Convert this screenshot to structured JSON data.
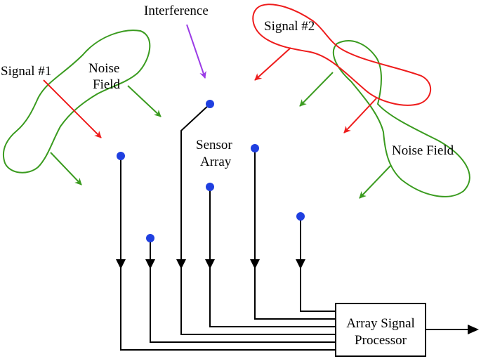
{
  "labels": {
    "interference": "Interference",
    "signal_1": "Signal #1",
    "signal_2": "Signal #2",
    "noise_field_left_line1": "Noise",
    "noise_field_left_line2": "Field",
    "noise_field_right": "Noise Field",
    "sensor_array_line1": "Sensor",
    "sensor_array_line2": "Array",
    "processor_line1": "Array Signal",
    "processor_line2": "Processor"
  },
  "colors": {
    "signal": "#ee1c1c",
    "noise": "#3a9b1f",
    "interference": "#9b3ce6",
    "sensor": "#1f3fe0",
    "wire": "#000000"
  }
}
